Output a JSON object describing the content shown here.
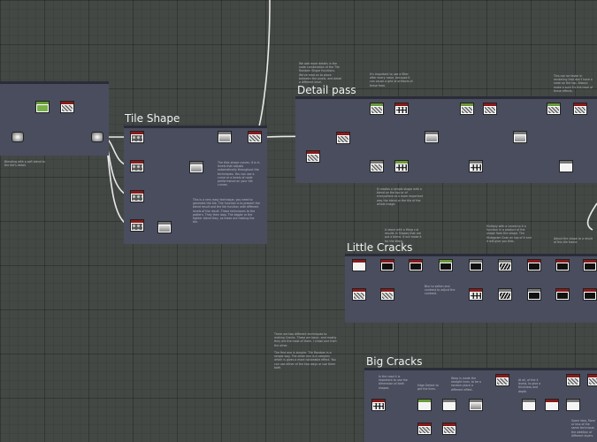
{
  "frames": {
    "tile_shape": "Tile Shape",
    "detail_pass": "Detail pass",
    "little_cracks": "Little Cracks",
    "big_cracks": "Big Cracks"
  },
  "comments": {
    "left_bottom": "Blending with a soft blend to the tile's detail.",
    "tile_right": "The tiles shape curves. It is in levels that adjusts automatically throughout the techniques. You can use a curve or a levels of node performance on your tile curves.",
    "tile_bottom": "This is a very easy technique, you need to generate the tile. The function is to present the blend result and the tile function with different levels of the result. These techniques to the pattern. They then loop. The bigger or the tighter blend they, as these are making the tile.",
    "detail_top_left": "We add more details in the node combination of the Tile Random Shape functions. We've read on to place between the pixels, and detail a different level.",
    "detail_top_mid": "It's important to use a filter after every noise, because it can cause a grid of artifacts of these from.",
    "detail_top_right": "This can be faster in rendering that don't have a node on the top. Always make a sure it's the level of these effects.",
    "detail_bottom_a": "It creates a simple shape with a blend on the top or of everywhere at a more important way the blend or the tile of the whole image.",
    "detail_bottom_b": "Multiply with a Levels to it a function in a product of the shape from the shape. The Histogram Scan on top of it and it will give you tiles.",
    "detail_bottom_c": "Adjust the shape to a result of this tile frame.",
    "little_cracks_top": "A stone with a Warp cut results in Shapes that are put a blend. It will make it for the Warp.",
    "little_cracks_mid": "Blur to soften and contrast to adjust the contrast.",
    "middle_left": "There are two different techniques to making Cracks. These are basic, and mostly they are the most of them. I chose one from the other.\n\nThe first one is simpler. Tile Random is a simple way. The other one is a complex which is gives a more noticeable effect. You can use either of the two ways or use them both.",
    "big_a": "In the case it is important to use the dimension of both shapes.",
    "big_b": "Edge Detect to get the lines.",
    "big_c": "Warp is made the straight lines, to be a random place a different effect.",
    "big_d": "At all, of the 4 levels, to give a thickness and depth.",
    "big_e": "Same idea, More or less of the same technique, the addition of different layers."
  }
}
